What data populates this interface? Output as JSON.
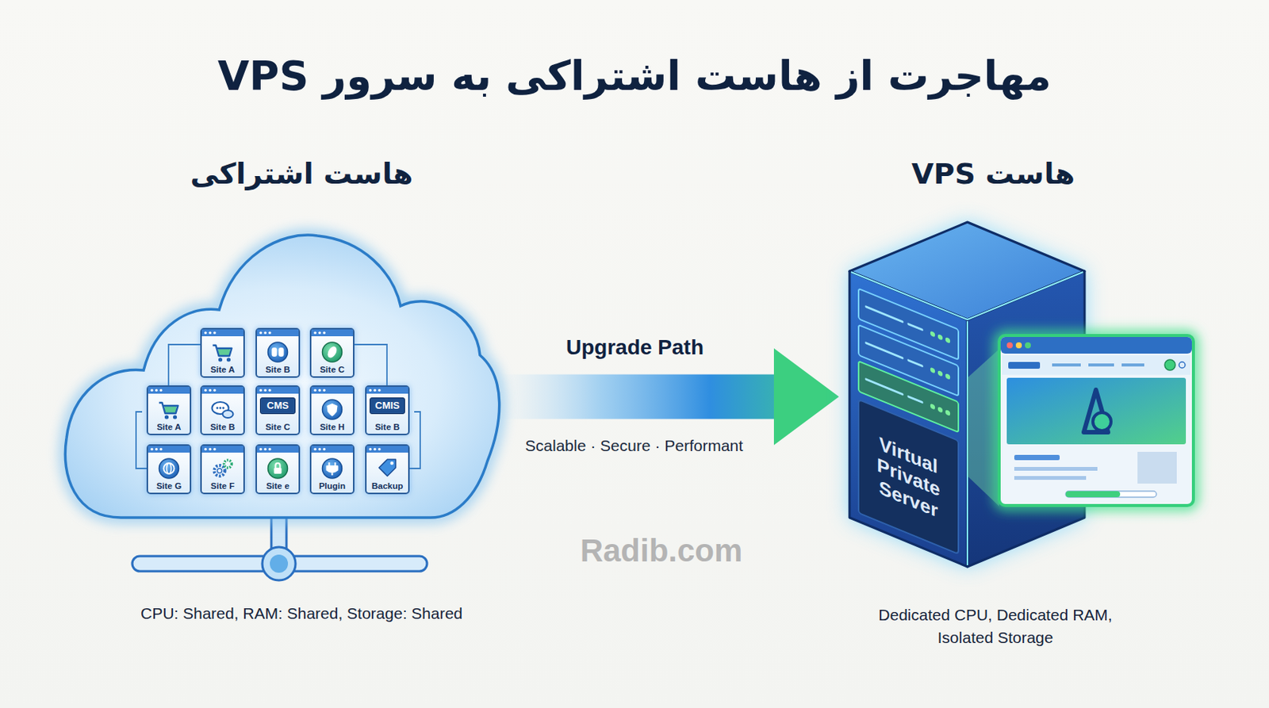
{
  "diagram": {
    "title": "مهاجرت از هاست اشتراکی به سرور VPS",
    "nodes": [
      {
        "text": [
          "هاست اشتراکی"
        ]
      },
      {
        "text": [
          "Site A"
        ],
        "in": 0
      },
      {
        "text": [
          "Site B"
        ],
        "in": 0
      },
      {
        "text": [
          "Site C"
        ],
        "in": 0
      },
      {
        "text": [
          "Site A"
        ],
        "in": 0
      },
      {
        "text": [
          "Site B"
        ],
        "in": 0
      },
      {
        "text": [
          "CMS",
          "Site C"
        ],
        "in": 0
      },
      {
        "text": [
          "Site H"
        ],
        "in": 0
      },
      {
        "text": [
          "CMIS",
          "Site B"
        ],
        "in": 0
      },
      {
        "text": [
          "Site G"
        ],
        "in": 0
      },
      {
        "text": [
          "Site F"
        ],
        "in": 0
      },
      {
        "text": [
          "Site e"
        ],
        "in": 0
      },
      {
        "text": [
          "Plugin"
        ],
        "in": 0
      },
      {
        "text": [
          "Backup"
        ],
        "in": 0
      },
      {
        "text": [
          "هاست VPS",
          "Virtual Private Server"
        ]
      }
    ],
    "edges": [
      {
        "from": 0,
        "to": 14,
        "arrow": "to",
        "label": "Upgrade Path"
      }
    ],
    "labels": [
      "Scalable · Secure · Performant",
      "CPU: Shared, RAM: Shared, Storage: Shared",
      "Dedicated CPU, Dedicated RAM, Isolated Storage",
      "Radib.com"
    ]
  }
}
